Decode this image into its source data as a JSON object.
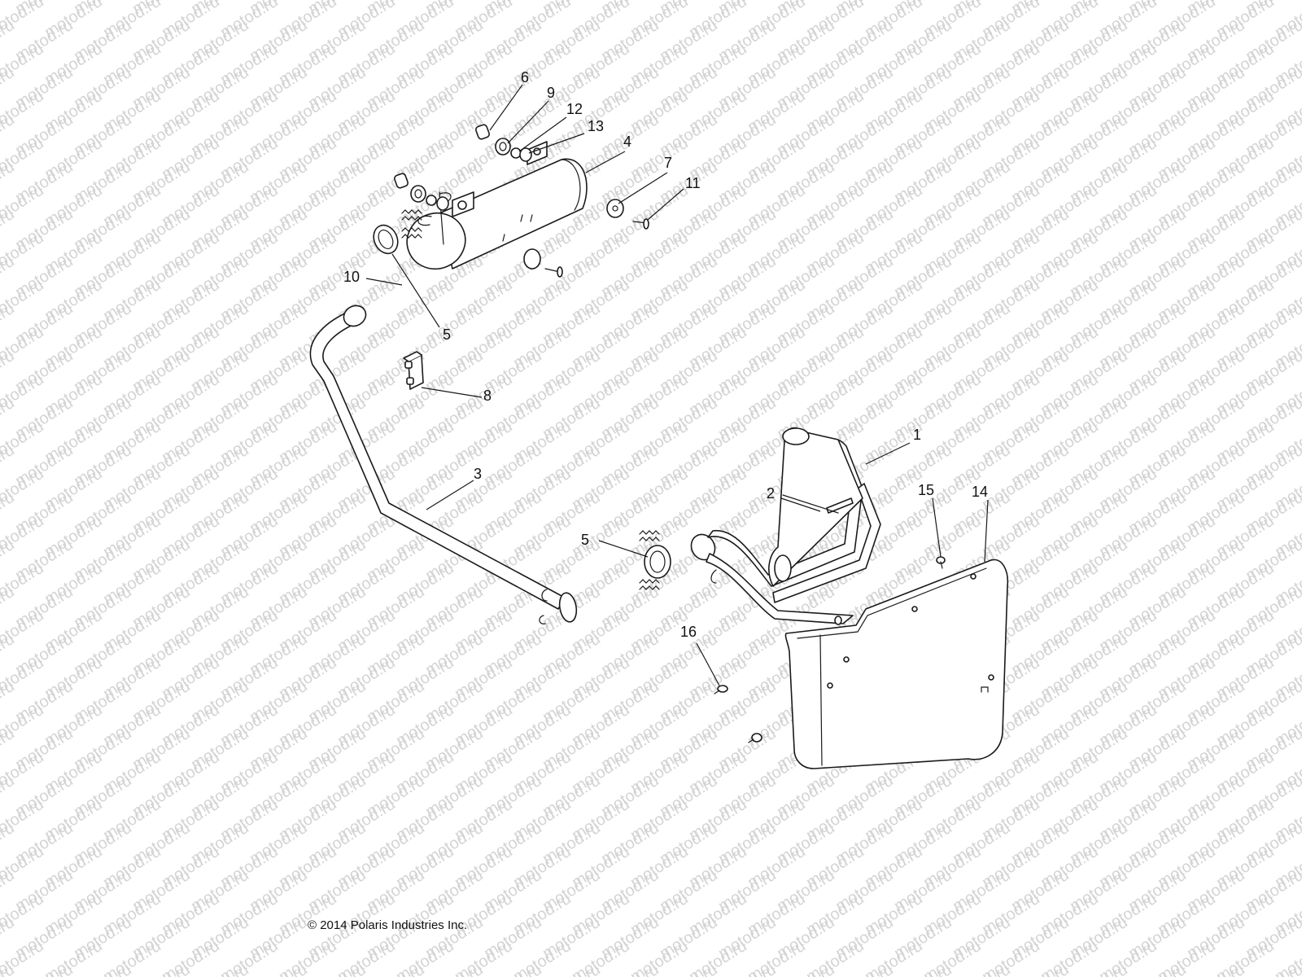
{
  "watermark": {
    "text": "motod.ru",
    "color": "#d4d4d4"
  },
  "diagram": {
    "callouts": [
      {
        "id": "c1",
        "label": "1"
      },
      {
        "id": "c2",
        "label": "2"
      },
      {
        "id": "c3",
        "label": "3"
      },
      {
        "id": "c4",
        "label": "4"
      },
      {
        "id": "c5a",
        "label": "5"
      },
      {
        "id": "c5b",
        "label": "5"
      },
      {
        "id": "c6",
        "label": "6"
      },
      {
        "id": "c7",
        "label": "7"
      },
      {
        "id": "c8",
        "label": "8"
      },
      {
        "id": "c9",
        "label": "9"
      },
      {
        "id": "c10",
        "label": "10"
      },
      {
        "id": "c11",
        "label": "11"
      },
      {
        "id": "c12",
        "label": "12"
      },
      {
        "id": "c13",
        "label": "13"
      },
      {
        "id": "c14",
        "label": "14"
      },
      {
        "id": "c15",
        "label": "15"
      },
      {
        "id": "c16",
        "label": "16"
      }
    ]
  },
  "footer": {
    "copyright": "© 2014 Polaris Industries Inc."
  }
}
